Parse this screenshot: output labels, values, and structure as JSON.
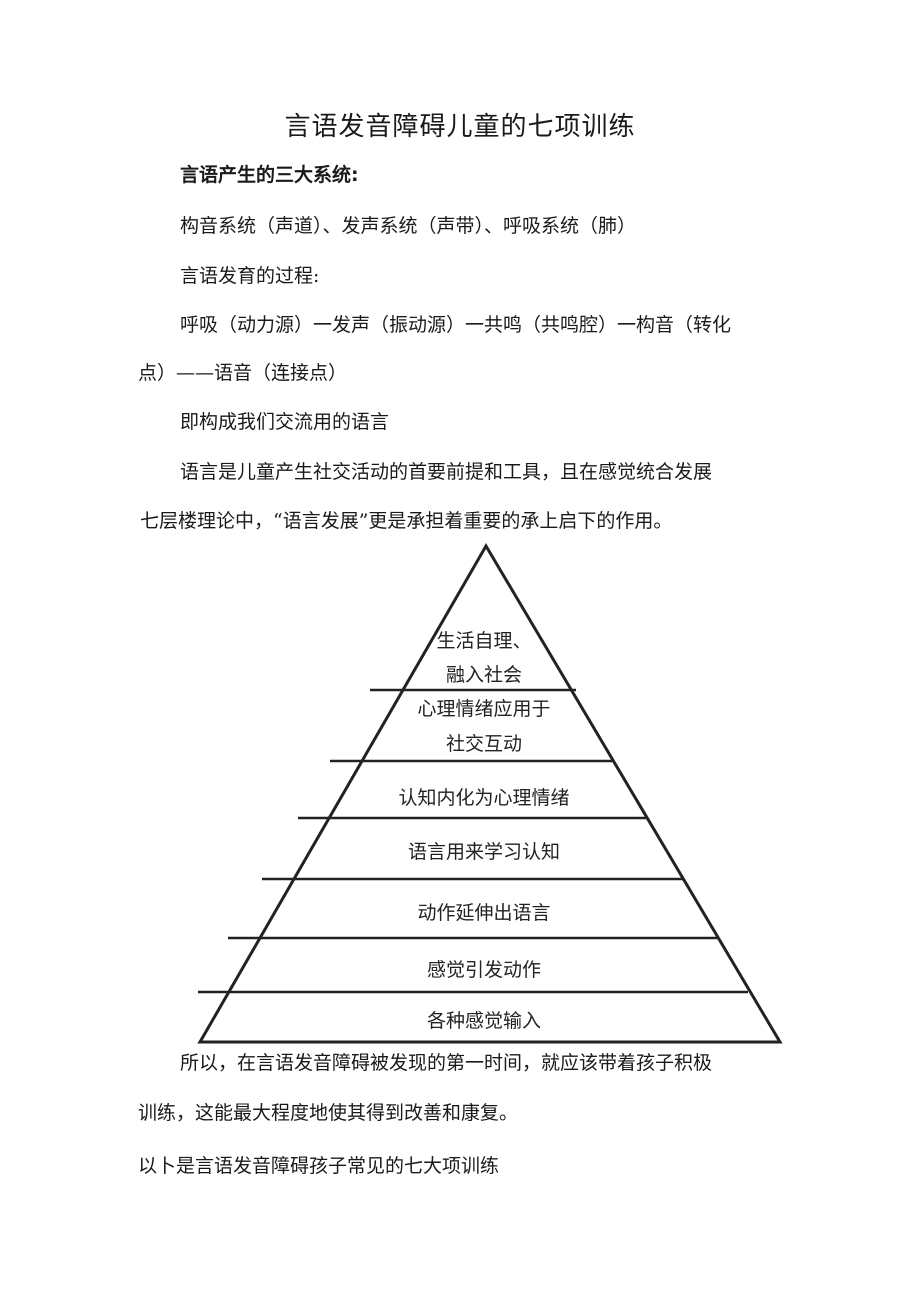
{
  "title": "言语发音障碍儿童的七项训练",
  "section1": {
    "heading": "言语产生的三大系统:",
    "systems": "构音系统（声道）、发声系统（声带）、呼吸系统（肺）"
  },
  "section2": {
    "heading": "言语发育的过程:",
    "process_line1": "呼吸（动力源）一发声（振动源）一共鸣（共鸣腔）一构音（转化",
    "process_line2": "点）——语音（连接点）",
    "conclusion": "即构成我们交流用的语言"
  },
  "intro": {
    "line1": "语言是儿童产生社交活动的首要前提和工具，且在感觉统合发展",
    "line2": "七层楼理论中，“语言发展”更是承担着重要的承上启下的作用。"
  },
  "pyramid": {
    "levels": [
      {
        "line1": "生活自理、",
        "line2": "融入社会"
      },
      {
        "line1": "心理情绪应用于",
        "line2": "社交互动"
      },
      {
        "line1": "认知内化为心理情绪"
      },
      {
        "line1": "语言用来学习认知"
      },
      {
        "line1": "动作延伸出语言"
      },
      {
        "line1": "感觉引发动作"
      },
      {
        "line1": "各种感觉输入"
      }
    ]
  },
  "after": {
    "line1": "所以，在言语发音障碍被发现的第一时间，就应该带着孩子积极",
    "line2": "训练，这能最大程度地使其得到改善和康复。",
    "line3": "以卜是言语发音障碍孩子常见的七大项训练"
  }
}
